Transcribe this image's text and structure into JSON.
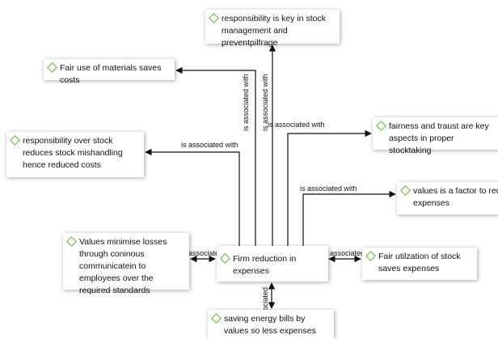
{
  "nodes": {
    "center": "Firm reduction in expenses",
    "responsibility_key": "responsibility is key in stock management and preventpilfrage",
    "fair_use": "Fair use of materials saves costs",
    "responsibility_stock": "responsibility over stock reduces stock mishandling hence reduced costs",
    "fairness_trust": "fairness and traust are key aspects in proper stocktaking",
    "values_factor": "values is a factor to reduce expenses",
    "values_minimise": "Values minimise losses through coninous communicatein to employees over the required standards",
    "fair_utilization": "Fair utilzation of stock saves expenses",
    "saving_energy": "saving energy bills by values so less expenses"
  },
  "edges": {
    "responsibility_key": "is associated with",
    "fair_use": "is associated with",
    "fairness_trust": "is associated with",
    "responsibility_stock": "is associated with",
    "values_factor": "is associated with",
    "values_minimise": "associated ’",
    "fair_utilization": "associated w",
    "saving_energy": "ociated"
  },
  "colors": {
    "node_icon": "#5cb832",
    "connector": "#111111"
  },
  "icons": {
    "node_icon": "green-diamond-icon",
    "arrowhead": "arrowhead-icon"
  }
}
